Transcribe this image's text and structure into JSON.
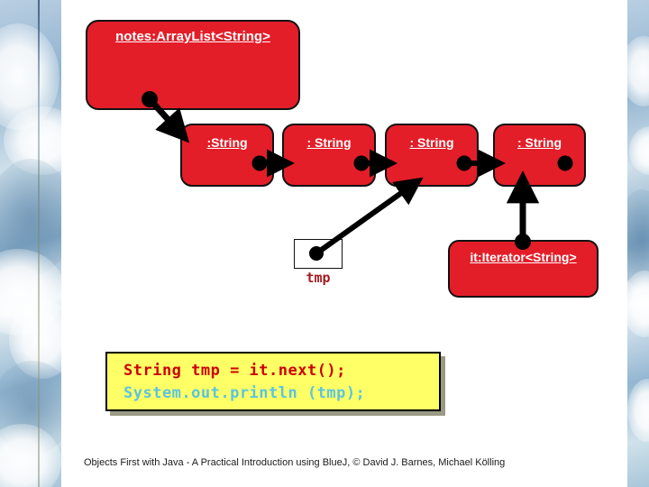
{
  "slide": {
    "title_box": {
      "label": "notes:ArrayList<String>"
    },
    "string_objects": [
      {
        "label": ":String"
      },
      {
        "label": ": String"
      },
      {
        "label": ": String"
      },
      {
        "label": ": String"
      }
    ],
    "iterator_box": {
      "label": "it:Iterator<String>"
    },
    "variable": {
      "name": "tmp",
      "value": ""
    },
    "code": {
      "line1": "String tmp = it.next();",
      "line2": "System.out.println (tmp);"
    },
    "footer": {
      "text": "Objects First with Java - A Practical Introduction using BlueJ, © David J. Barnes, Michael Kölling"
    },
    "colors": {
      "object_fill": "#e31e29",
      "object_border": "#111111",
      "object_text": "#ffffff",
      "code_background": "#ffff66",
      "code_line1": "#cc0000",
      "code_line2": "#5bc4e0",
      "variable_label": "#a51b20",
      "connector": "#000000",
      "strip_blue": "#8fb2cf"
    }
  }
}
